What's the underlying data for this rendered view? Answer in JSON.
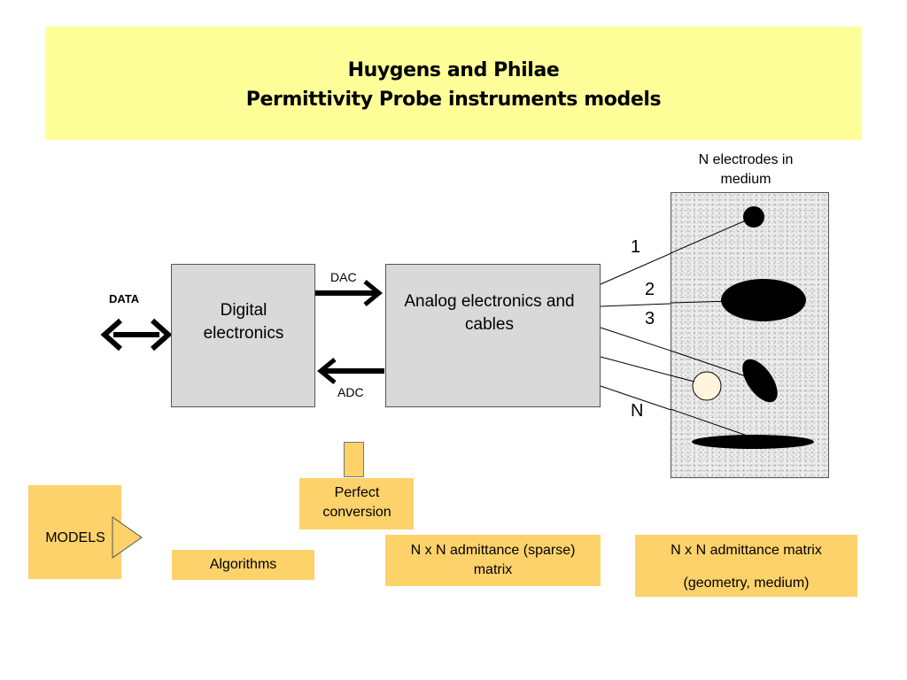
{
  "title": {
    "line1": "Huygens and Philae",
    "line2": "Permittivity Probe instruments models"
  },
  "blocks": {
    "digital": "Digital electronics",
    "analog": "Analog electronics and cables"
  },
  "labels": {
    "data": "DATA",
    "dac": "DAC",
    "adc": "ADC",
    "electrodes": "N electrodes in medium"
  },
  "electrode_numbers": [
    "1",
    "2",
    "3",
    "N"
  ],
  "models": {
    "label": "MODELS",
    "perfect_conversion": "Perfect conversion",
    "algorithms": "Algorithms",
    "sparse_matrix": "N x N admittance (sparse) matrix",
    "matrix_line1": "N x N admittance matrix",
    "matrix_line2": "(geometry, medium)"
  },
  "colors": {
    "title_background": "#ffff99",
    "block_fill": "#d9d9d9",
    "model_fill": "#fdd26a"
  }
}
